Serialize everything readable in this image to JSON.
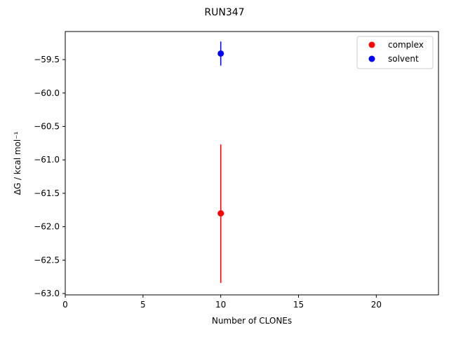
{
  "chart_data": {
    "type": "scatter",
    "title": "RUN347",
    "xlabel": "Number of CLONEs",
    "ylabel": "ΔG / kcal mol⁻¹",
    "xlim": [
      0,
      24
    ],
    "ylim": [
      -63.02,
      -59.08
    ],
    "xticks": [
      0,
      5,
      10,
      15,
      20
    ],
    "xtick_labels": [
      "0",
      "5",
      "10",
      "15",
      "20"
    ],
    "yticks": [
      -63.0,
      -62.5,
      -62.0,
      -61.5,
      -61.0,
      -60.5,
      -60.0,
      -59.5
    ],
    "ytick_labels": [
      "−63.0",
      "−62.5",
      "−62.0",
      "−61.5",
      "−61.0",
      "−60.5",
      "−60.0",
      "−59.5"
    ],
    "grid": false,
    "legend_position": "top-right",
    "series": [
      {
        "name": "complex",
        "color": "#ff0000",
        "points": [
          {
            "x": 10,
            "y": -61.8,
            "yerr_low": -62.84,
            "yerr_high": -60.77
          }
        ]
      },
      {
        "name": "solvent",
        "color": "#0000ff",
        "points": [
          {
            "x": 10,
            "y": -59.41,
            "yerr_low": -59.59,
            "yerr_high": -59.23
          }
        ]
      }
    ]
  }
}
